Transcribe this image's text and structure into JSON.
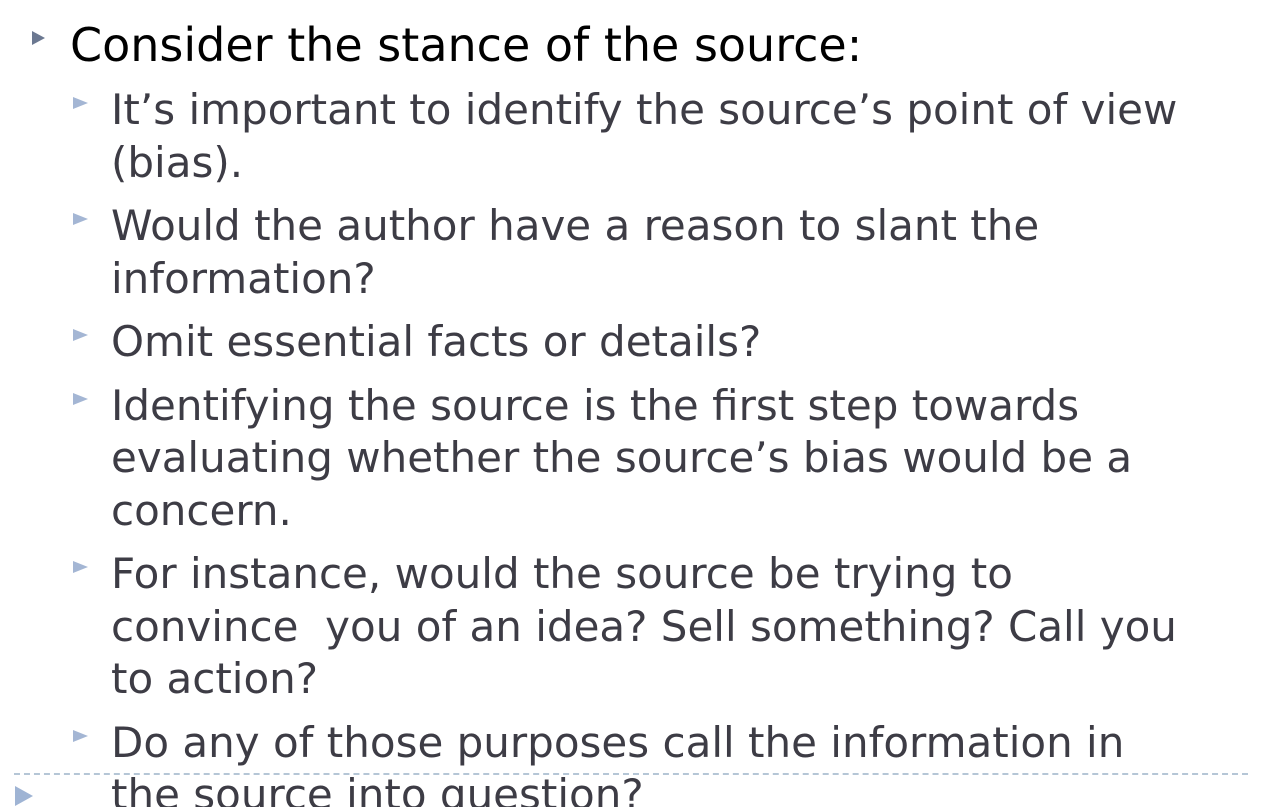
{
  "slide": {
    "heading": "Consider the stance of the source:",
    "bullets": [
      {
        "lines": [
          "It’s important to identify the source’s point of view",
          "(bias)."
        ]
      },
      {
        "lines": [
          "Would the author have a reason to slant the",
          "information?"
        ]
      },
      {
        "lines": [
          "Omit essential facts or details?"
        ]
      },
      {
        "lines": [
          "Identifying the source is the first step towards",
          "evaluating whether the source’s bias would be a",
          "concern."
        ]
      },
      {
        "lines": [
          "For instance, would the source be trying to",
          "convince  you of an idea? Sell something? Call you",
          "to action?"
        ]
      },
      {
        "lines": [
          "Do any of those purposes call the information in",
          "the source into question?"
        ]
      }
    ]
  },
  "colors": {
    "heading_text": "#000000",
    "body_text": "#3d3c45",
    "heading_bullet": "#6b7891",
    "sub_bullet": "#a4b6d4",
    "divider": "#b5c6d6"
  },
  "icons": {
    "heading_bullet": "triangle-bullet-icon",
    "sub_bullet": "triangle-bullet-icon",
    "corner": "corner-triangle-icon"
  }
}
